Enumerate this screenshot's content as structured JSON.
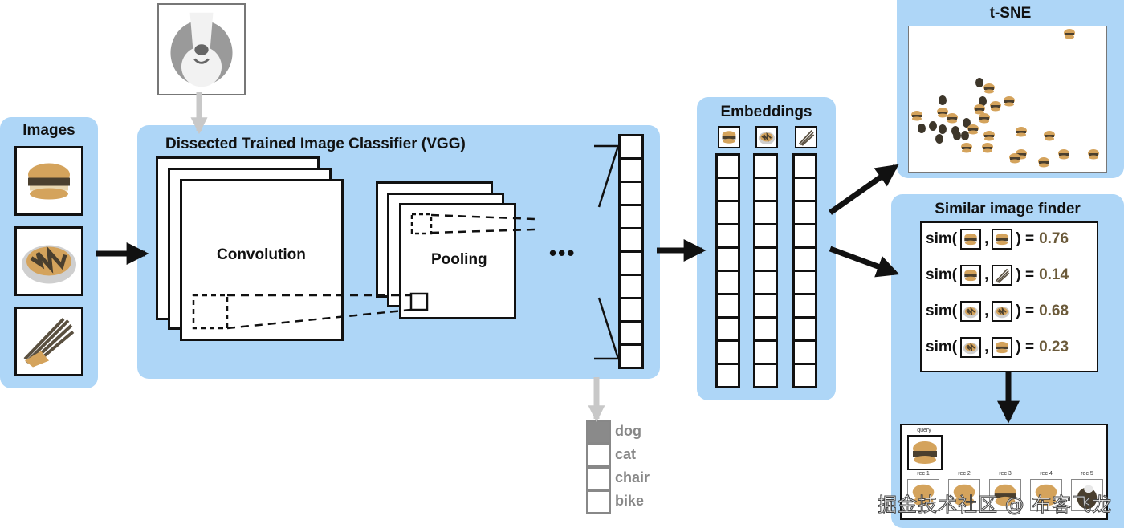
{
  "colors": {
    "panel": "#aed6f7",
    "ink": "#111111",
    "grey_ink": "#888888",
    "sim_value": "#6b5a3a",
    "burger": "#d4a35c",
    "dark_food": "#4a3f2e"
  },
  "images_panel": {
    "title": "Images",
    "items": [
      {
        "name": "burger",
        "icon": "burger-image"
      },
      {
        "name": "salad-bowl",
        "icon": "salad-image"
      },
      {
        "name": "asparagus",
        "icon": "asparagus-image"
      }
    ]
  },
  "input_example": {
    "name": "dog",
    "icon": "dog-image"
  },
  "classifier_panel": {
    "title": "Dissected Trained Image Classifier (VGG)",
    "convolution_label": "Convolution",
    "pooling_label": "Pooling",
    "ellipsis": "•••",
    "feature_vector_cells": 10
  },
  "classes": {
    "items": [
      "dog",
      "cat",
      "chair",
      "bike"
    ],
    "highlighted": "dog"
  },
  "embeddings_panel": {
    "title": "Embeddings",
    "columns": [
      {
        "icon": "burger-image",
        "cells": 10
      },
      {
        "icon": "salad-image",
        "cells": 10
      },
      {
        "icon": "asparagus-image",
        "cells": 10
      }
    ]
  },
  "tsne_panel": {
    "title": "t-SNE"
  },
  "similarity_panel": {
    "title": "Similar image finder",
    "rows": [
      {
        "prefix": "sim(",
        "a": "burger-image",
        "sep": ",",
        "b": "burger-image",
        "suffix": ") =",
        "value": "0.76"
      },
      {
        "prefix": "sim(",
        "a": "burger-image",
        "sep": ",",
        "b": "asparagus-image",
        "suffix": ") =",
        "value": "0.14"
      },
      {
        "prefix": "sim(",
        "a": "salad-image",
        "sep": ",",
        "b": "salad-image",
        "suffix": ") =",
        "value": "0.68"
      },
      {
        "prefix": "sim(",
        "a": "salad-image",
        "sep": ",",
        "b": "burger-image",
        "suffix": ") =",
        "value": "0.23"
      }
    ]
  },
  "recommendations": {
    "query_label": "query",
    "items": [
      "rec 1",
      "rec 2",
      "rec 3",
      "rec 4",
      "rec 5"
    ]
  },
  "watermark": "掘金技术社区 @ 布客飞龙"
}
